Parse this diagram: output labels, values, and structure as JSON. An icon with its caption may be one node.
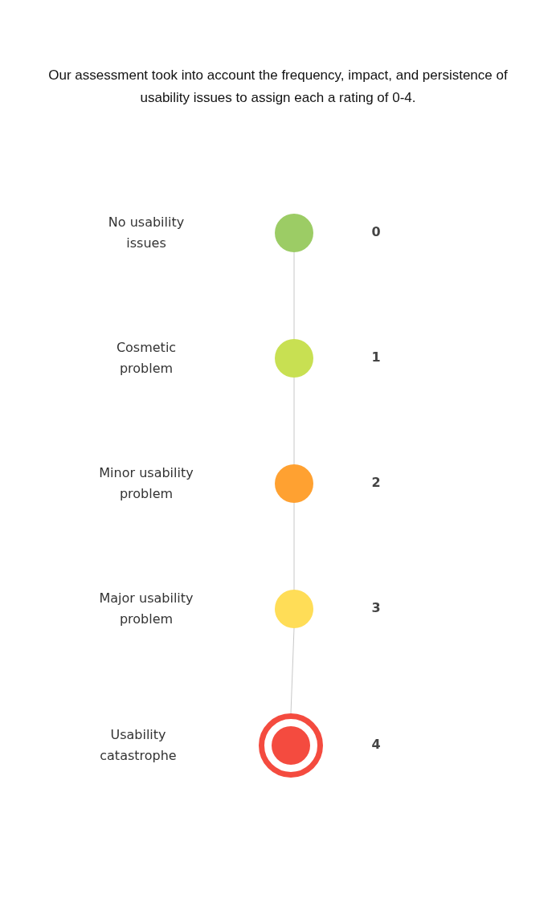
{
  "diagram": {
    "title": "Our assessment took into account the frequency, impact, and persistence of usability issues to assign each a rating of 0-4.",
    "nodes": [
      {
        "text": [],
        "shape": "circle"
      },
      {
        "text": [],
        "shape": "circle"
      },
      {
        "text": [],
        "shape": "circle"
      },
      {
        "text": [],
        "shape": "circle"
      },
      {
        "text": [],
        "shape": "circle"
      }
    ],
    "edges": [
      {
        "from": 0,
        "to": 1,
        "arrow": "none"
      },
      {
        "from": 1,
        "to": 2,
        "arrow": "none"
      },
      {
        "from": 2,
        "to": 3,
        "arrow": "none"
      },
      {
        "from": 3,
        "to": 4,
        "arrow": "none"
      }
    ],
    "labels": [
      "No usability issues",
      "0",
      "Cosmetic problem",
      "1",
      "Minor usability problem",
      "2",
      "Major usability problem",
      "3",
      "Usability catastrophe",
      "4"
    ]
  }
}
